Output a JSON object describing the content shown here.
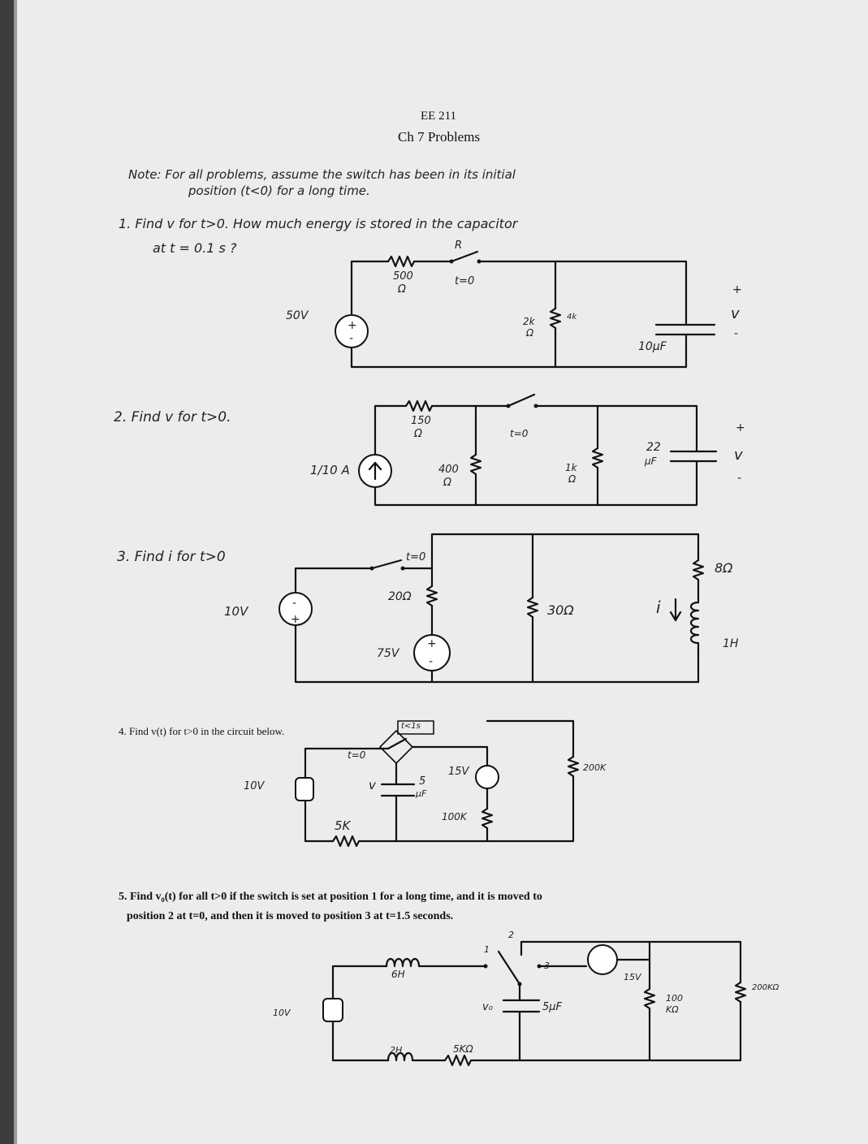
{
  "header": {
    "course": "EE 211",
    "title": "Ch 7 Problems"
  },
  "note": {
    "line1": "Note: For all problems, assume the switch has been in its initial",
    "line2": "position (t<0) for a long time."
  },
  "problems": {
    "p1": {
      "text1": "1. Find v for t>0. How much energy is stored in the capacitor",
      "text2": "at t = 0.1 s ?",
      "source": "50V",
      "resistor1_value": "500",
      "resistor1_unit": "Ω",
      "switch_label": "t=0",
      "switch_top": "R",
      "resistor2": "2k",
      "resistor2_unit": "Ω",
      "resistor2_note": "4k",
      "capacitor": "10µF",
      "v_plus": "+",
      "v_sym": "v",
      "v_minus": "-"
    },
    "p2": {
      "text": "2. Find v for t>0.",
      "source": "1/10 A",
      "resistor1": "150",
      "resistor1_unit": "Ω",
      "resistor2": "400",
      "resistor2_unit": "Ω",
      "switch_label": "t=0",
      "resistor3": "1k",
      "resistor3_unit": "Ω",
      "capacitor": "22",
      "capacitor_unit": "µF",
      "v_plus": "+",
      "v_sym": "v",
      "v_minus": "-"
    },
    "p3": {
      "text": "3. Find i for t>0",
      "source1": "10V",
      "switch_label": "t=0",
      "resistor1": "20Ω",
      "source2": "75V",
      "resistor2": "30Ω",
      "current_label": "i",
      "resistor3": "8Ω",
      "inductor": "1H"
    },
    "p4": {
      "text": "4. Find v(t) for t>0 in the circuit below.",
      "source1": "10V",
      "switch_label": "t=0",
      "box_label": "t<1s",
      "capacitor_v": "v",
      "capacitor": "5",
      "capacitor_unit": "µF",
      "resistor1": "5K",
      "source2": "15V",
      "resistor2": "100K",
      "resistor3": "200K"
    },
    "p5": {
      "text1": "5. Find v₀(t) for all t>0 if the switch is set at position 1 for a long time, and it is moved to",
      "text2": "position 2 at t=0, and then it is moved to position 3 at t=1.5 seconds.",
      "source1": "10V",
      "inductor1": "6H",
      "pos1": "1",
      "pos2": "2",
      "pos3": "3",
      "source2": "15V",
      "capacitor_v": "v₀",
      "capacitor": "5µF",
      "inductor2": "2H",
      "resistor1": "5KΩ",
      "resistor2": "100",
      "resistor2_unit": "KΩ",
      "resistor3": "200KΩ"
    }
  }
}
